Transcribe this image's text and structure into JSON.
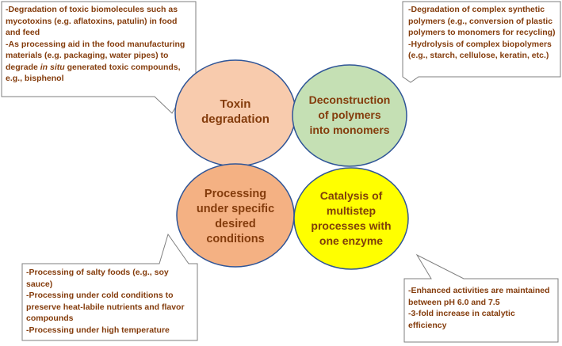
{
  "boxes": {
    "top_left": {
      "line1": "-Degradation of toxic biomolecules such as mycotoxins (e.g. aflatoxins, patulin) in food and feed",
      "line2_before": "-As processing aid in the food manufacturing materials (e.g. packaging, water pipes) to degrade ",
      "line2_italic": "in situ",
      "line2_after": " generated toxic compounds, e.g., bisphenol"
    },
    "top_right": {
      "text": "-Degradation of complex synthetic polymers (e.g., conversion of plastic polymers to monomers for recycling)\n-Hydrolysis of complex biopolymers (e.g., starch, cellulose, keratin, etc.)"
    },
    "bottom_left": {
      "text": "-Processing of salty foods (e.g., soy sauce)\n-Processing under cold conditions to preserve heat-labile nutrients and flavor compounds\n-Processing under high temperature"
    },
    "bottom_right": {
      "text": "-Enhanced activities are maintained between pH 6.0 and 7.5\n-3-fold increase in catalytic efficiency"
    }
  },
  "circles": {
    "toxin": {
      "label": "Toxin\ndegradation",
      "fill": "#f8cbad"
    },
    "deconstruction": {
      "label": "Deconstruction\nof polymers\ninto monomers",
      "fill": "#c5e0b4"
    },
    "processing": {
      "label": "Processing\nunder specific\ndesired\nconditions",
      "fill": "#f4b183"
    },
    "catalysis": {
      "label": "Catalysis of\nmultistep\nprocesses with\none enzyme",
      "fill": "#ffff00"
    }
  },
  "colors": {
    "text": "#843c0c",
    "box_border": "#7f7f7f",
    "circle_stroke": "#2f5597"
  }
}
